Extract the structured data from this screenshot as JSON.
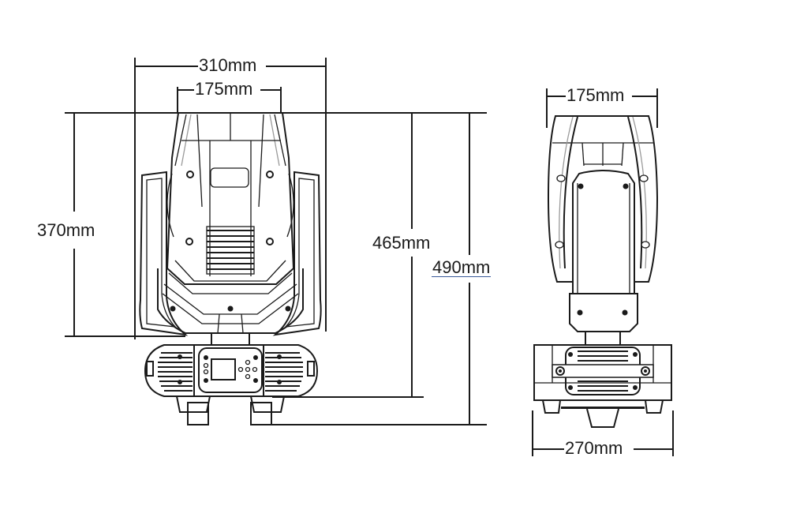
{
  "diagram": {
    "type": "technical-dimension-drawing",
    "subject": "moving head light fixture",
    "views": [
      {
        "name": "front-view",
        "dimensions": {
          "overall_width": "310mm",
          "head_width": "175mm",
          "head_height": "370mm",
          "height_to_base": "465mm",
          "overall_height": "490mm"
        }
      },
      {
        "name": "side-view",
        "dimensions": {
          "head_depth": "175mm",
          "base_depth": "270mm"
        }
      }
    ],
    "colors": {
      "line": "#1a1a1a",
      "secondary_line": "#9a9a9a",
      "underline_490": "#3a5a9a",
      "background": "#ffffff"
    }
  }
}
